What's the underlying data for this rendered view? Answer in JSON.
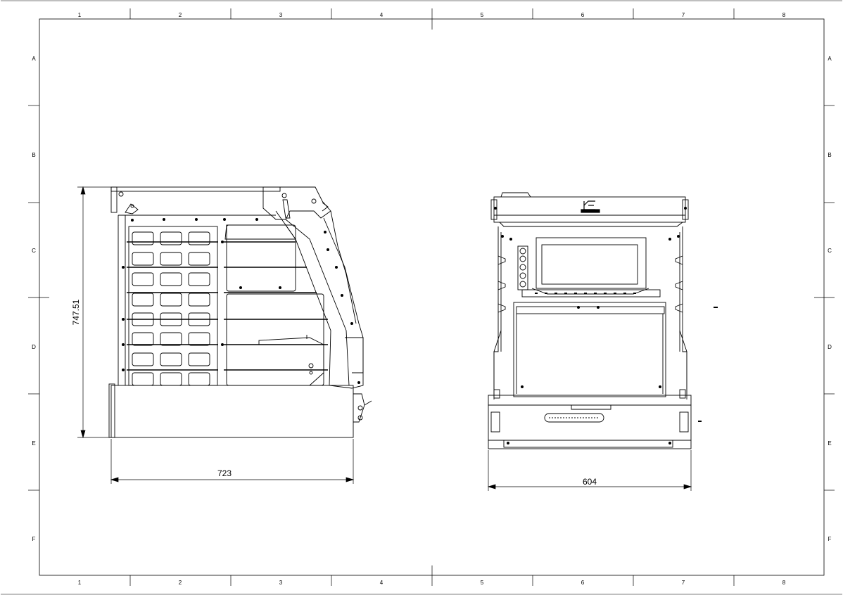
{
  "grid": {
    "columns": [
      "1",
      "2",
      "3",
      "4",
      "5",
      "6",
      "7",
      "8"
    ],
    "rows": [
      "A",
      "B",
      "C",
      "D",
      "E",
      "F"
    ]
  },
  "dimensions": {
    "side_height": "747.51",
    "side_width": "723",
    "front_width": "604"
  }
}
